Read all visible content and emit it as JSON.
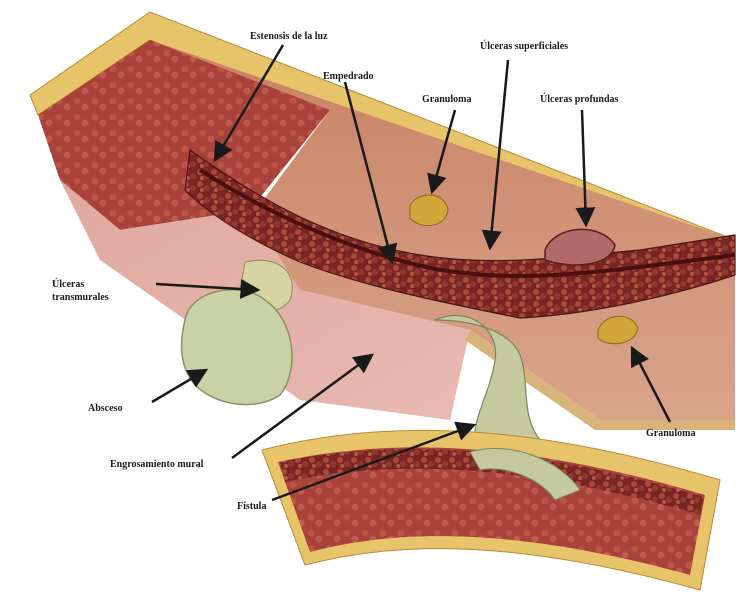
{
  "labels": {
    "estenosis": "Estenosis de la luz",
    "empedrado": "Empedrado",
    "ulceras_superficiales": "Úlceras superficiales",
    "granuloma_top": "Granuloma",
    "ulceras_profundas": "Úlceras profundas",
    "ulceras_transmurales": "Úlceras transmurales",
    "absceso": "Absceso",
    "engrosamiento": "Engrosamiento mural",
    "fistula": "Fístula",
    "granuloma_right": "Granuloma"
  },
  "colors": {
    "serosa": "#e7c46a",
    "muscular": "#c9866a",
    "mucosa": "#9a2f2a",
    "lumen_lining": "#6d1f1f",
    "abscess": "#c9d2a6",
    "granuloma": "#d2a63a",
    "arrow": "#1a1a1a"
  }
}
